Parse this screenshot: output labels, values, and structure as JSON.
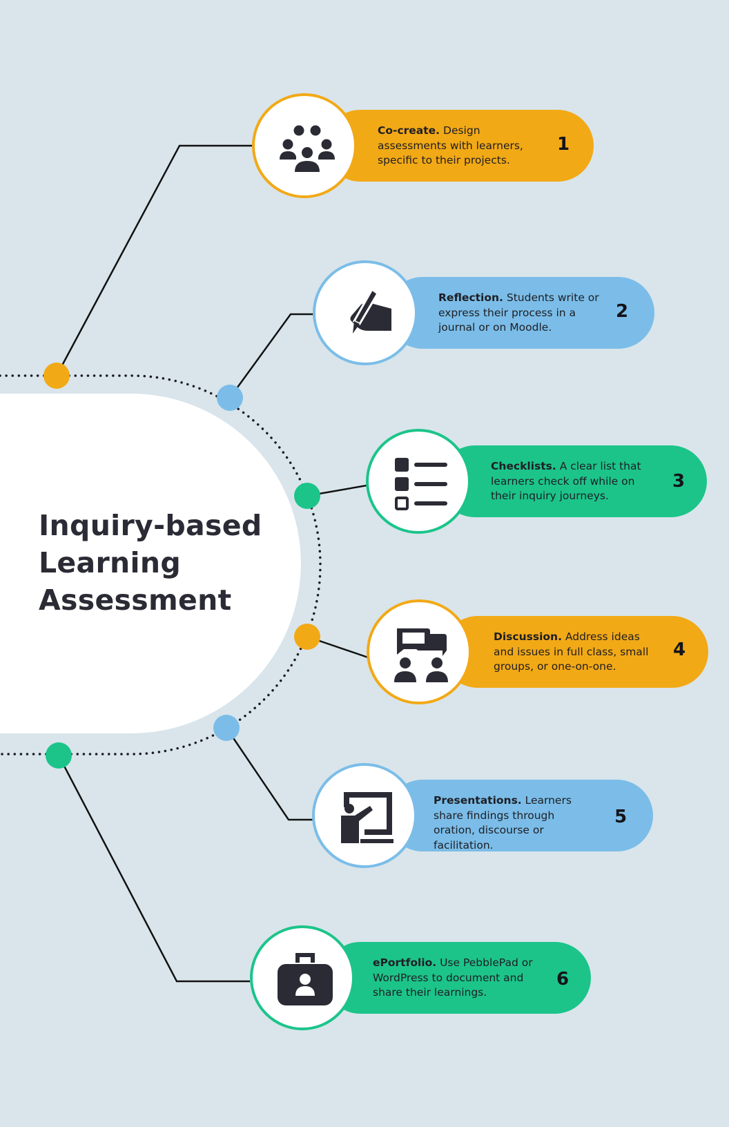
{
  "title": {
    "line1": "Inquiry-based",
    "line2": "Learning",
    "line3": "Assessment"
  },
  "colors": {
    "background": "#d9e5eb",
    "orange": "#f2a916",
    "blue": "#7bbde8",
    "green": "#1cc48a",
    "dark": "#2b2b35"
  },
  "items": [
    {
      "number": "1",
      "heading": "Co-create.",
      "text": " Design assessments with learners, specific to their projects.",
      "icon": "group-people-icon",
      "color": "orange"
    },
    {
      "number": "2",
      "heading": "Reflection.",
      "text": " Students write or express their process in a journal or on Moodle.",
      "icon": "hand-writing-pen-icon",
      "color": "blue"
    },
    {
      "number": "3",
      "heading": "Checklists.",
      "text": " A clear list that learners check off while on their inquiry journeys.",
      "icon": "checklist-icon",
      "color": "green"
    },
    {
      "number": "4",
      "heading": "Discussion.",
      "text": " Address ideas and issues in full class, small groups, or one-on-one.",
      "icon": "discussion-icon",
      "color": "orange"
    },
    {
      "number": "5",
      "heading": "Presentations.",
      "text": " Learners share findings through oration, discourse or facilitation.",
      "icon": "presenter-board-icon",
      "color": "blue"
    },
    {
      "number": "6",
      "heading": "ePortfolio.",
      "text": " Use PebblePad or WordPress to document and share their learnings.",
      "icon": "portfolio-briefcase-icon",
      "color": "green"
    }
  ]
}
